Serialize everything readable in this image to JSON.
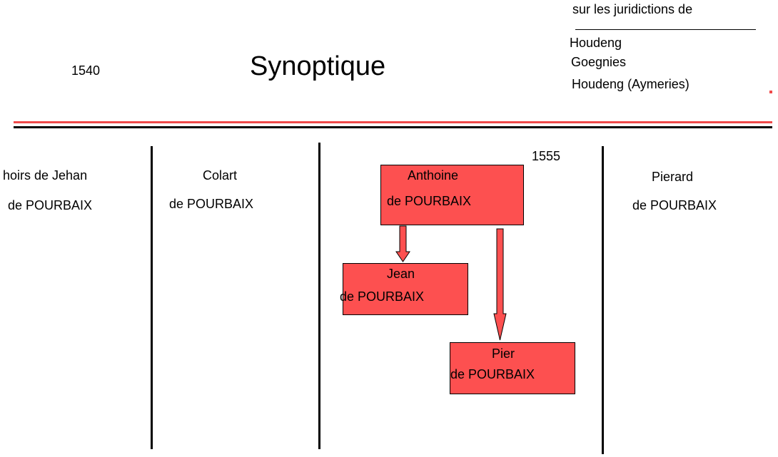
{
  "header": {
    "year_left": "1540",
    "title": "Synoptique",
    "jurisdictions_intro": "sur les juridictions de",
    "jurisdictions": [
      "Houdeng",
      "Goegnies",
      "Houdeng (Aymeries)"
    ]
  },
  "year_right": "1555",
  "columns": [
    {
      "line1": "hoirs de Jehan",
      "line2": "de POURBAIX"
    },
    {
      "line1": "Colart",
      "line2": "de POURBAIX"
    },
    {
      "line1": "Pierard",
      "line2": "de POURBAIX"
    }
  ],
  "boxes": {
    "anthoine": {
      "line1": "Anthoine",
      "line2": "de POURBAIX"
    },
    "jean": {
      "line1": "Jean",
      "line2": "de POURBAIX"
    },
    "pier": {
      "line1": "Pier",
      "line2": "de POURBAIX"
    }
  },
  "colors": {
    "box_fill": "#fd5050",
    "rule_red": "#f04a4a",
    "rule_black": "#000000"
  }
}
